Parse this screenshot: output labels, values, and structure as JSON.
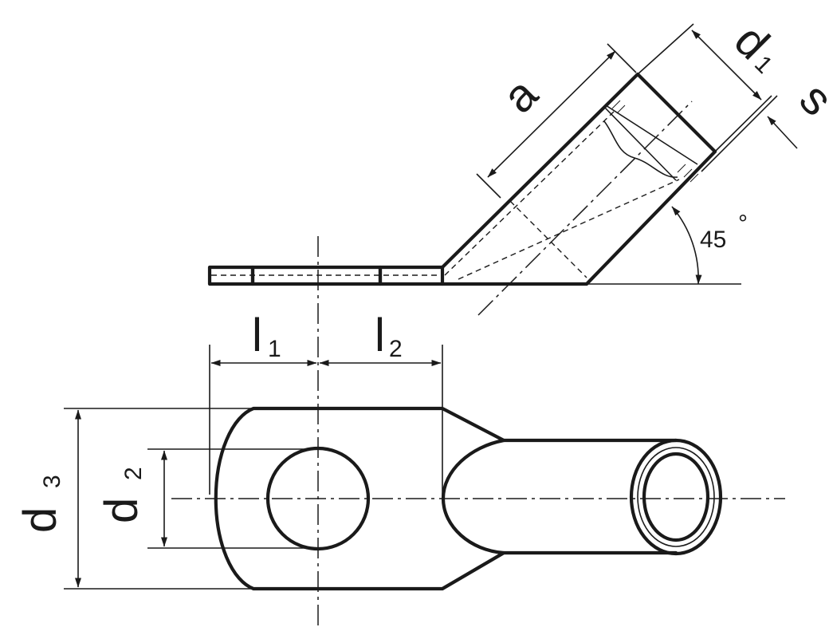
{
  "diagram": {
    "labels": {
      "a": "a",
      "d1": "d",
      "d1_sub": "1",
      "s": "s",
      "angle": "45",
      "angle_unit": "°",
      "l1": "l",
      "l1_sub": "1",
      "l2": "l",
      "l2_sub": "2",
      "d3": "d",
      "d3_sub": "3",
      "d2": "d",
      "d2_sub": "2"
    },
    "colors": {
      "line": "#1a1a1a",
      "background": "#ffffff"
    }
  }
}
